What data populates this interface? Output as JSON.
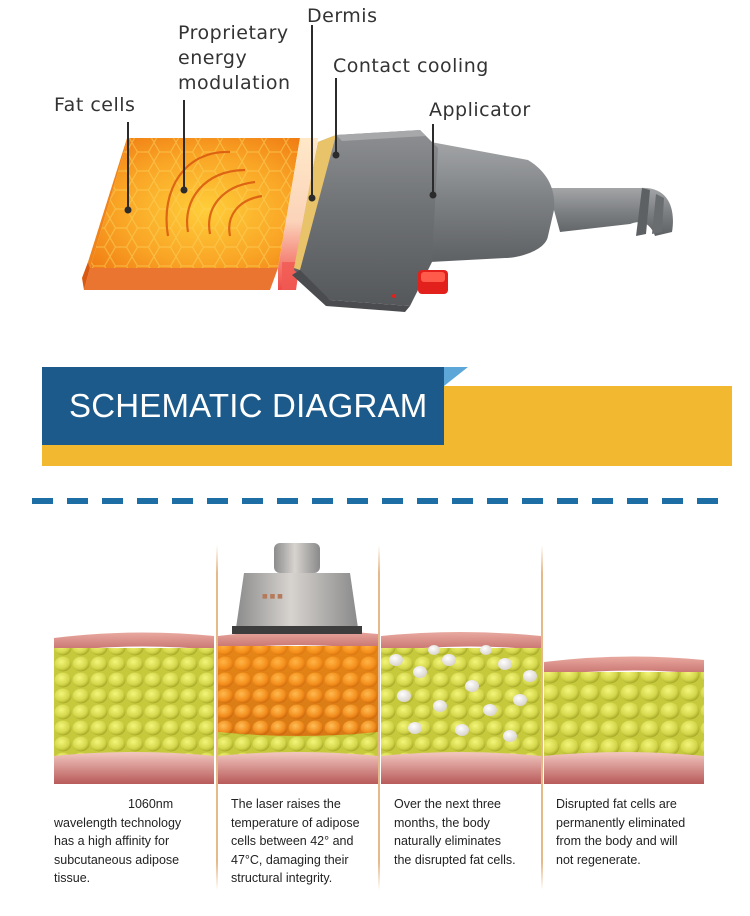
{
  "labels": {
    "fat_cells": "Fat cells",
    "proprietary": "Proprietary\nenergy\nmodulation",
    "dermis": "Dermis",
    "contact_cooling": "Contact cooling",
    "applicator": "Applicator"
  },
  "banner": {
    "title": "SCHEMATIC DIAGRAM"
  },
  "panels": [
    {
      "caption": "1060nm\nwavelength technology\nhas a high affinity for\nsubcutaneous adipose\ntissue.",
      "state": "normal"
    },
    {
      "caption": "The laser raises the\ntemperature of adipose\ncells between 42° and\n47°C, damaging their\nstructural integrity.",
      "state": "heated"
    },
    {
      "caption": "Over the next three\nmonths, the body\nnaturally eliminates\nthe disrupted fat cells.",
      "state": "disrupted"
    },
    {
      "caption": "Disrupted fat cells are\npermanently eliminated\nfrom the body and will\nnot regenerate.",
      "state": "reduced"
    }
  ],
  "colors": {
    "banner_blue": "#1b5a8a",
    "banner_yellow": "#f2b830",
    "divider_blue": "#1e6ea6",
    "fat_yellow": "#d3d64a",
    "fat_orange": "#f08a1c",
    "skin_pink": "#c46d6a"
  },
  "icons": [
    "applicator-handpiece",
    "red-trigger-button"
  ]
}
